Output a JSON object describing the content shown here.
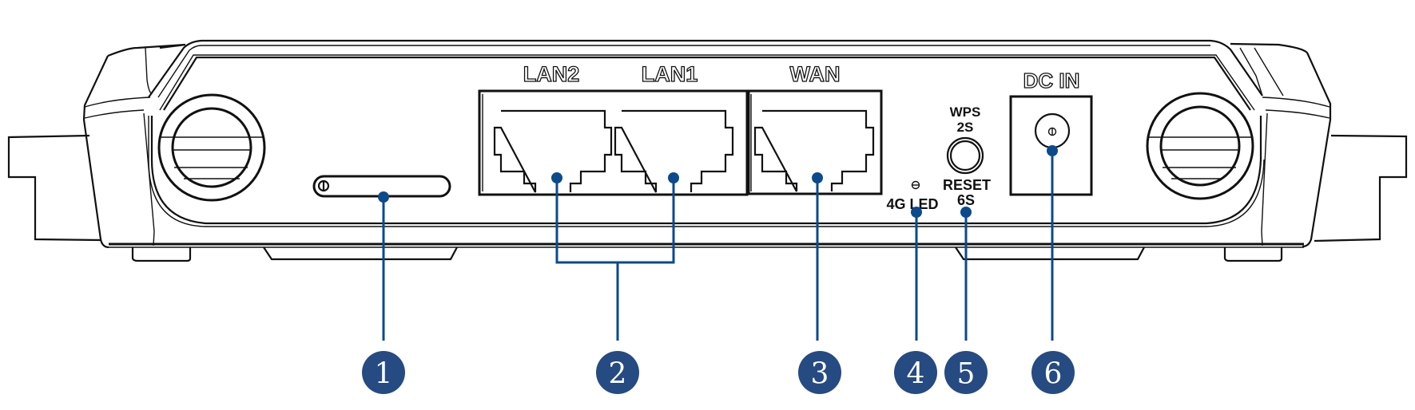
{
  "diagram": {
    "subject": "Router rear panel",
    "port_labels": {
      "lan2": "LAN2",
      "lan1": "LAN1",
      "wan": "WAN",
      "dc_in": "DC IN",
      "wps_line1": "WPS",
      "wps_line2": "2S",
      "reset_line1": "RESET",
      "reset_line2": "6S",
      "led": "4G LED"
    },
    "callouts": [
      {
        "number": "1",
        "target": "SIM card slot"
      },
      {
        "number": "2",
        "target": "LAN ports"
      },
      {
        "number": "3",
        "target": "WAN port"
      },
      {
        "number": "4",
        "target": "4G LED"
      },
      {
        "number": "5",
        "target": "WPS / RESET button"
      },
      {
        "number": "6",
        "target": "DC IN power jack"
      }
    ],
    "colors": {
      "callout_line": "#0b4a8c",
      "callout_badge": "#264a82",
      "outline": "#111111"
    }
  }
}
